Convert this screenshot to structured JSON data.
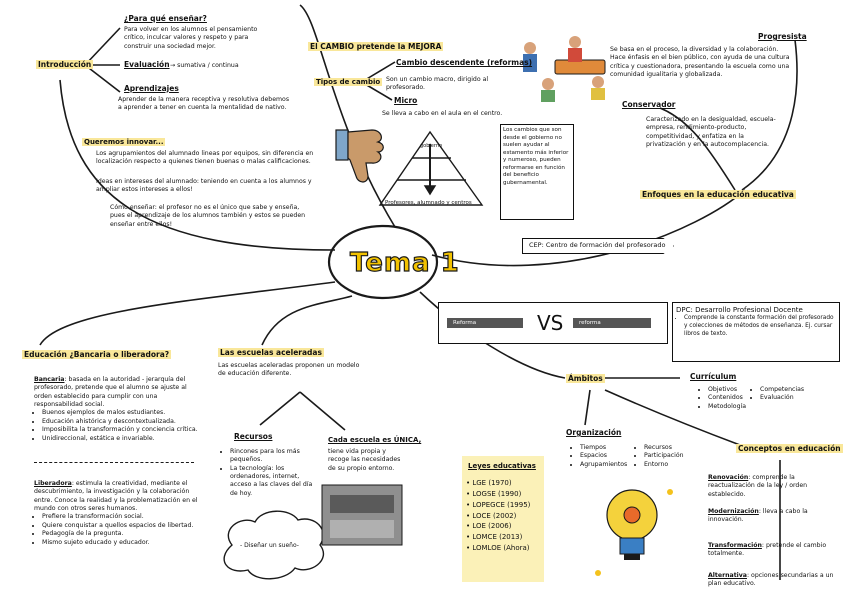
{
  "center": {
    "title": "Tema 1"
  },
  "intro": {
    "title": "Introducción",
    "q1_title": "¿Para qué enseñar?",
    "q1_text": "Para volver en los alumnos el pensamiento crítico, inculcar valores y respeto y para construir una sociedad mejor.",
    "eval_label": "Evaluación",
    "eval_text": "→ sumativa / continua",
    "aprend_title": "Aprendizajes",
    "aprend_text": "Aprender de la manera receptiva y resolutiva debemos a aprender a tener en cuenta la mentalidad de nativo.",
    "innovar_title": "Queremos innovar...",
    "innovar_p1": "Los agrupamientos del alumnado lineas por equipos, sin diferencia en localización respecto a quienes tienen buenas o malas calificaciones.",
    "innovar_p2": "Ideas en intereses del alumnado: teniendo en cuenta a los alumnos y ampliar estos intereses a ellos!",
    "innovar_p3": "Cómo enseñar: el profesor no es el único que sabe y enseña, pues el aprendizaje de los alumnos también y estos se pueden enseñar entre ellos!"
  },
  "cambio": {
    "title": "El CAMBIO pretende la MEJORA",
    "tipos_label": "Tipos de cambio",
    "macro_title": "Cambio descendente (reformas)",
    "macro_text": "Son un cambio macro, dirigido al profesorado.",
    "micro_title": "Micro",
    "micro_text": "Se lleva a cabo en el aula en el centro.",
    "box_text": "Los cambios que son desde el gobierno no suelen ayudar al estamento más inferior y numeroso, pueden reformarse en función del beneficio gubernamental.",
    "pyramid_top": "gobierno",
    "pyramid_bottom": "Profesores, alumnado y centros"
  },
  "enfoques": {
    "progresista_title": "Progresista",
    "progresista_text": "Se basa en el proceso, la diversidad y la colaboración. Hace énfasis en el bien público, con ayuda de una cultura crítica y cuestionadora, presentando la escuela como una comunidad igualitaria y globalizada.",
    "conservador_title": "Conservador",
    "conservador_text": "Caracterizado en la desigualdad, escuela-empresa, rendimiento-producto, competitividad, y enfatiza en la privatización y en la autocomplacencia.",
    "label": "Enfoques en la educación educativa"
  },
  "cep": {
    "text": "CEP: Centro de formación del profesorado"
  },
  "dpc": {
    "text": "DPC: Desarrollo Profesional Docente",
    "items": [
      "Comprende la constante formación del profesorado y colecciones de métodos de enseñanza. Ej. cursar libros de texto."
    ]
  },
  "vs": {
    "left": "Reforma",
    "middle": "VS",
    "right": "reforma"
  },
  "educacion": {
    "title": "Educación ¿Bancaria o liberadora?",
    "bancaria_label": "Bancaria",
    "bancaria_text": ": basada en la autoridad - jerarquía del profesorado, pretende que el alumno se ajuste al orden establecido para cumplir con una responsabilidad social.",
    "bancaria_items": [
      "Buenos ejemplos de malos estudiantes.",
      "Educación ahistórica y descontextualizada.",
      "Imposibilita la transformación y conciencia crítica.",
      "Unidireccional, estática e invariable."
    ],
    "liberadora_label": "Liberadora",
    "liberadora_text": ": estimula la creatividad, mediante el descubrimiento, la investigación y la colaboración entre. Conoce la realidad y la problematización en el mundo con otros seres humanos.",
    "liberadora_items": [
      "Prefiere la transformación social.",
      "Quiere conquistar a quellos espacios de libertad.",
      "Pedagogía de la pregunta.",
      "Mismo sujeto educado y educador."
    ]
  },
  "aceleradas": {
    "title": "Las escuelas aceleradas",
    "text": "Las escuelas aceleradas proponen un modelo de educación diferente.",
    "recursos_title": "Recursos",
    "recursos_items": [
      "Rincones para los más pequeños.",
      "La tecnología: los ordenadores, internet, acceso a las claves del día de hoy."
    ],
    "cada_title": "Cada escuela es ÚNICA,",
    "cada_text": "tiene vida propia y recoge las necesidades de su propio entorno.",
    "cloud_text": "- Diseñar un sueño-"
  },
  "leyes": {
    "title": "Leyes educativas",
    "items": [
      "LGE (1970)",
      "LOGSE (1990)",
      "LOPEGCE (1995)",
      "LOCE (2002)",
      "LOE (2006)",
      "LOMCE (2013)",
      "LOMLOE (Ahora)"
    ]
  },
  "ambitos": {
    "title": "Ámbitos",
    "curriculum_title": "Currículum",
    "curriculum_col1": [
      "Objetivos",
      "Contenidos",
      "Metodología"
    ],
    "curriculum_col2": [
      "Competencias",
      "Evaluación"
    ],
    "organizacion_title": "Organización",
    "org_col1": [
      "Tiempos",
      "Espacios",
      "Agrupamientos"
    ],
    "org_col2": [
      "Recursos",
      "Participación",
      "Entorno"
    ]
  },
  "conceptos": {
    "title": "Conceptos en educación",
    "items": [
      {
        "term": "Renovación",
        "text": ": comprende la reactualización de la ley / orden establecido."
      },
      {
        "term": "Modernización",
        "text": ": lleva a cabo la innovación."
      },
      {
        "term": "Transformación",
        "text": ": pretende el cambio totalmente."
      },
      {
        "term": "Alternativa",
        "text": ": opciones secundarias a un plan educativo."
      }
    ]
  },
  "colors": {
    "highlight": "#f9e79a",
    "title_fill": "#f2c200",
    "line": "#1a1a1a"
  }
}
